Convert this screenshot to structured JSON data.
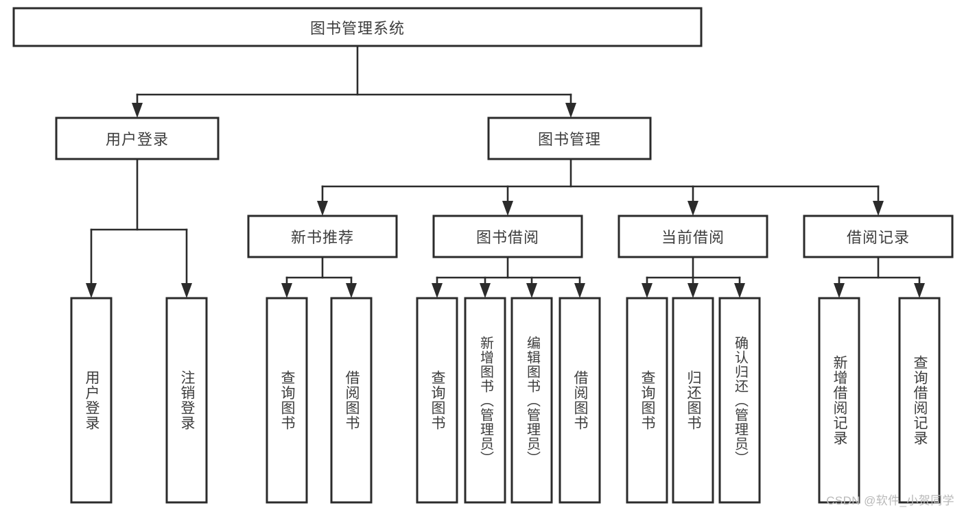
{
  "diagram": {
    "title_node": {
      "label": "图书管理系统"
    },
    "level2": [
      {
        "id": "user-login",
        "label": "用户登录"
      },
      {
        "id": "book-manage",
        "label": "图书管理"
      }
    ],
    "level3": [
      {
        "id": "new-book-recommend",
        "label": "新书推荐"
      },
      {
        "id": "book-borrow",
        "label": "图书借阅"
      },
      {
        "id": "current-borrow",
        "label": "当前借阅"
      },
      {
        "id": "borrow-record",
        "label": "借阅记录"
      }
    ],
    "leaves": [
      {
        "id": "leaf-user-login",
        "label": "用户登录"
      },
      {
        "id": "leaf-logout-login",
        "label": "注销登录"
      },
      {
        "id": "leaf-query-book-1",
        "label": "查询图书"
      },
      {
        "id": "leaf-borrow-book-1",
        "label": "借阅图书"
      },
      {
        "id": "leaf-query-book-2",
        "label": "查询图书"
      },
      {
        "id": "leaf-add-book-admin",
        "label": "新增图书（管理员）"
      },
      {
        "id": "leaf-edit-book-admin",
        "label": "编辑图书（管理员）"
      },
      {
        "id": "leaf-borrow-book-2",
        "label": "借阅图书"
      },
      {
        "id": "leaf-query-book-3",
        "label": "查询图书"
      },
      {
        "id": "leaf-return-book",
        "label": "归还图书"
      },
      {
        "id": "leaf-confirm-return-admin",
        "label": "确认归还（管理员）"
      },
      {
        "id": "leaf-add-borrow-record",
        "label": "新增借阅记录"
      },
      {
        "id": "leaf-query-borrow-record",
        "label": "查询借阅记录"
      }
    ],
    "watermark": "CSDN @软件_小贺同学",
    "colors": {
      "stroke": "#2b2b2b",
      "text": "#3d3d3d",
      "background": "#ffffff",
      "watermark": "#b9b9b9"
    }
  }
}
